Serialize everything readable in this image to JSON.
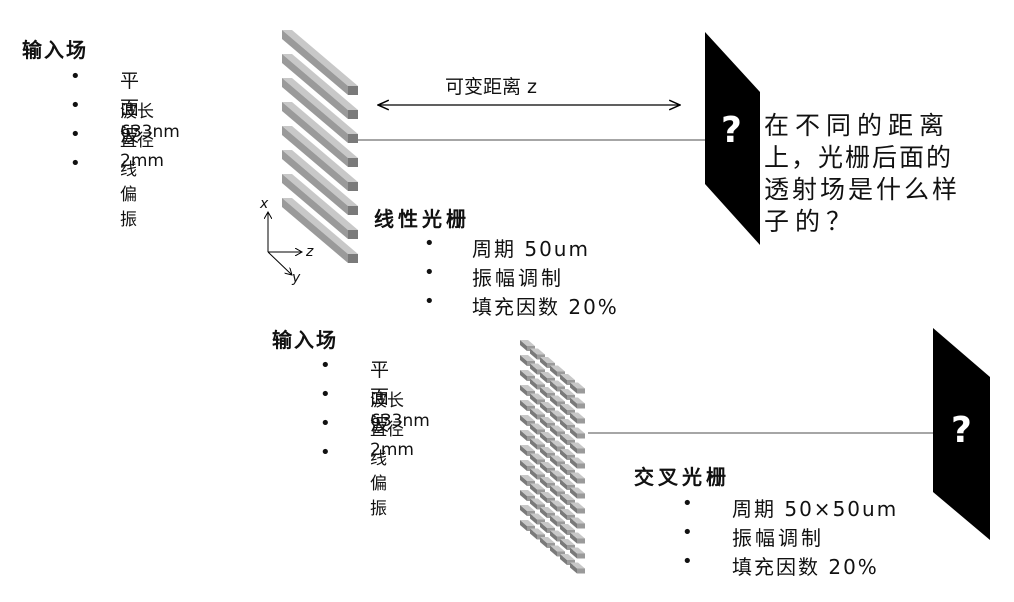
{
  "top_section": {
    "input_heading": "输入场",
    "input_items": [
      "平面波",
      "波长 633nm",
      "直径 2mm",
      "线偏振"
    ],
    "distance_label": "可变距离 z",
    "axis_labels": {
      "x": "x",
      "y": "y",
      "z": "z"
    },
    "grating_heading": "线性光栅",
    "grating_items": [
      "周期 50um",
      "振幅调制",
      "填充因数 20%"
    ],
    "screen_mark": "?",
    "question_lines": [
      "在不同的距离",
      "上，光栅后面的",
      "透射场是什么样",
      "子的？"
    ]
  },
  "bottom_section": {
    "input_heading": "输入场",
    "input_items": [
      "平面波",
      "波长 633nm",
      "直径 2mm",
      "线偏振"
    ],
    "grating_heading": "交叉光栅",
    "grating_items": [
      "周期 50×50um",
      "振幅调制",
      "填充因数 20%"
    ],
    "screen_mark": "?"
  },
  "bullet_char": "•",
  "colors": {
    "bar_top": "#c8c8c8",
    "bar_front": "#9a9a9a",
    "bar_side": "#7a7a7a",
    "screen": "#000000",
    "line": "#888888"
  }
}
